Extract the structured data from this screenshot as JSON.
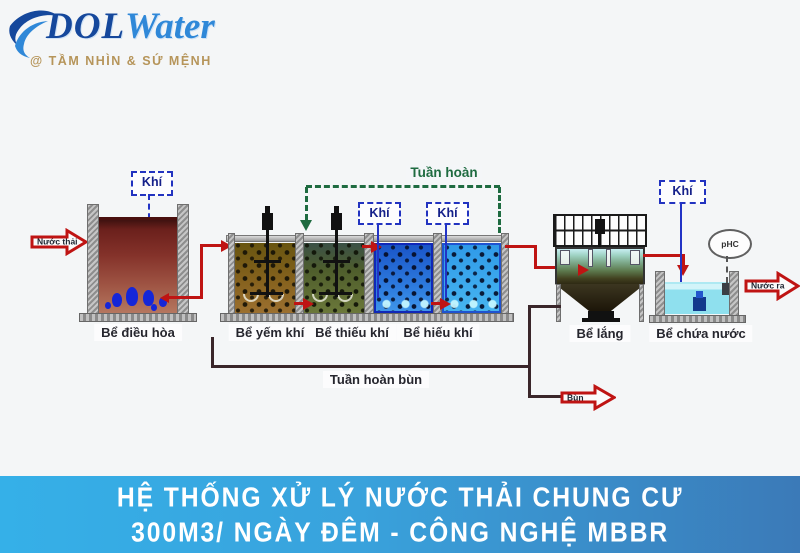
{
  "logo": {
    "brand_dol": "DOL",
    "brand_water": "Water",
    "tagline": "@ TẦM NHÌN & SỨ MỆNH"
  },
  "labels": {
    "khi": "Khí",
    "tuan_hoan": "Tuần hoàn",
    "tuan_hoan_bun": "Tuần hoàn bùn",
    "phc": "pHC"
  },
  "tanks": [
    {
      "label": "Bể điều hòa"
    },
    {
      "label": "Bể yếm khí"
    },
    {
      "label": "Bể thiếu khí"
    },
    {
      "label": "Bể hiếu khí"
    },
    {
      "label": "Bể lắng"
    },
    {
      "label": "Bể chứa nước"
    }
  ],
  "flows": {
    "inlet": "Nước thải",
    "outlet": "Nước ra",
    "sludge_out": "Bùn"
  },
  "banner": {
    "line1": "HỆ THỐNG XỬ LÝ NƯỚC THẢI CHUNG CƯ",
    "line2": "300M3/ NGÀY ĐÊM - CÔNG NGHỆ MBBR"
  },
  "colors": {
    "banner_left": "#35b0e8",
    "banner_right": "#3b7ab8",
    "pipe_red": "#bf1413",
    "recirc_green": "#1e6b40",
    "air_blue": "#2233c5",
    "brand_blue": "#15489c",
    "brand_light_blue": "#2f88d8",
    "tagline_gold": "#b6955a"
  }
}
